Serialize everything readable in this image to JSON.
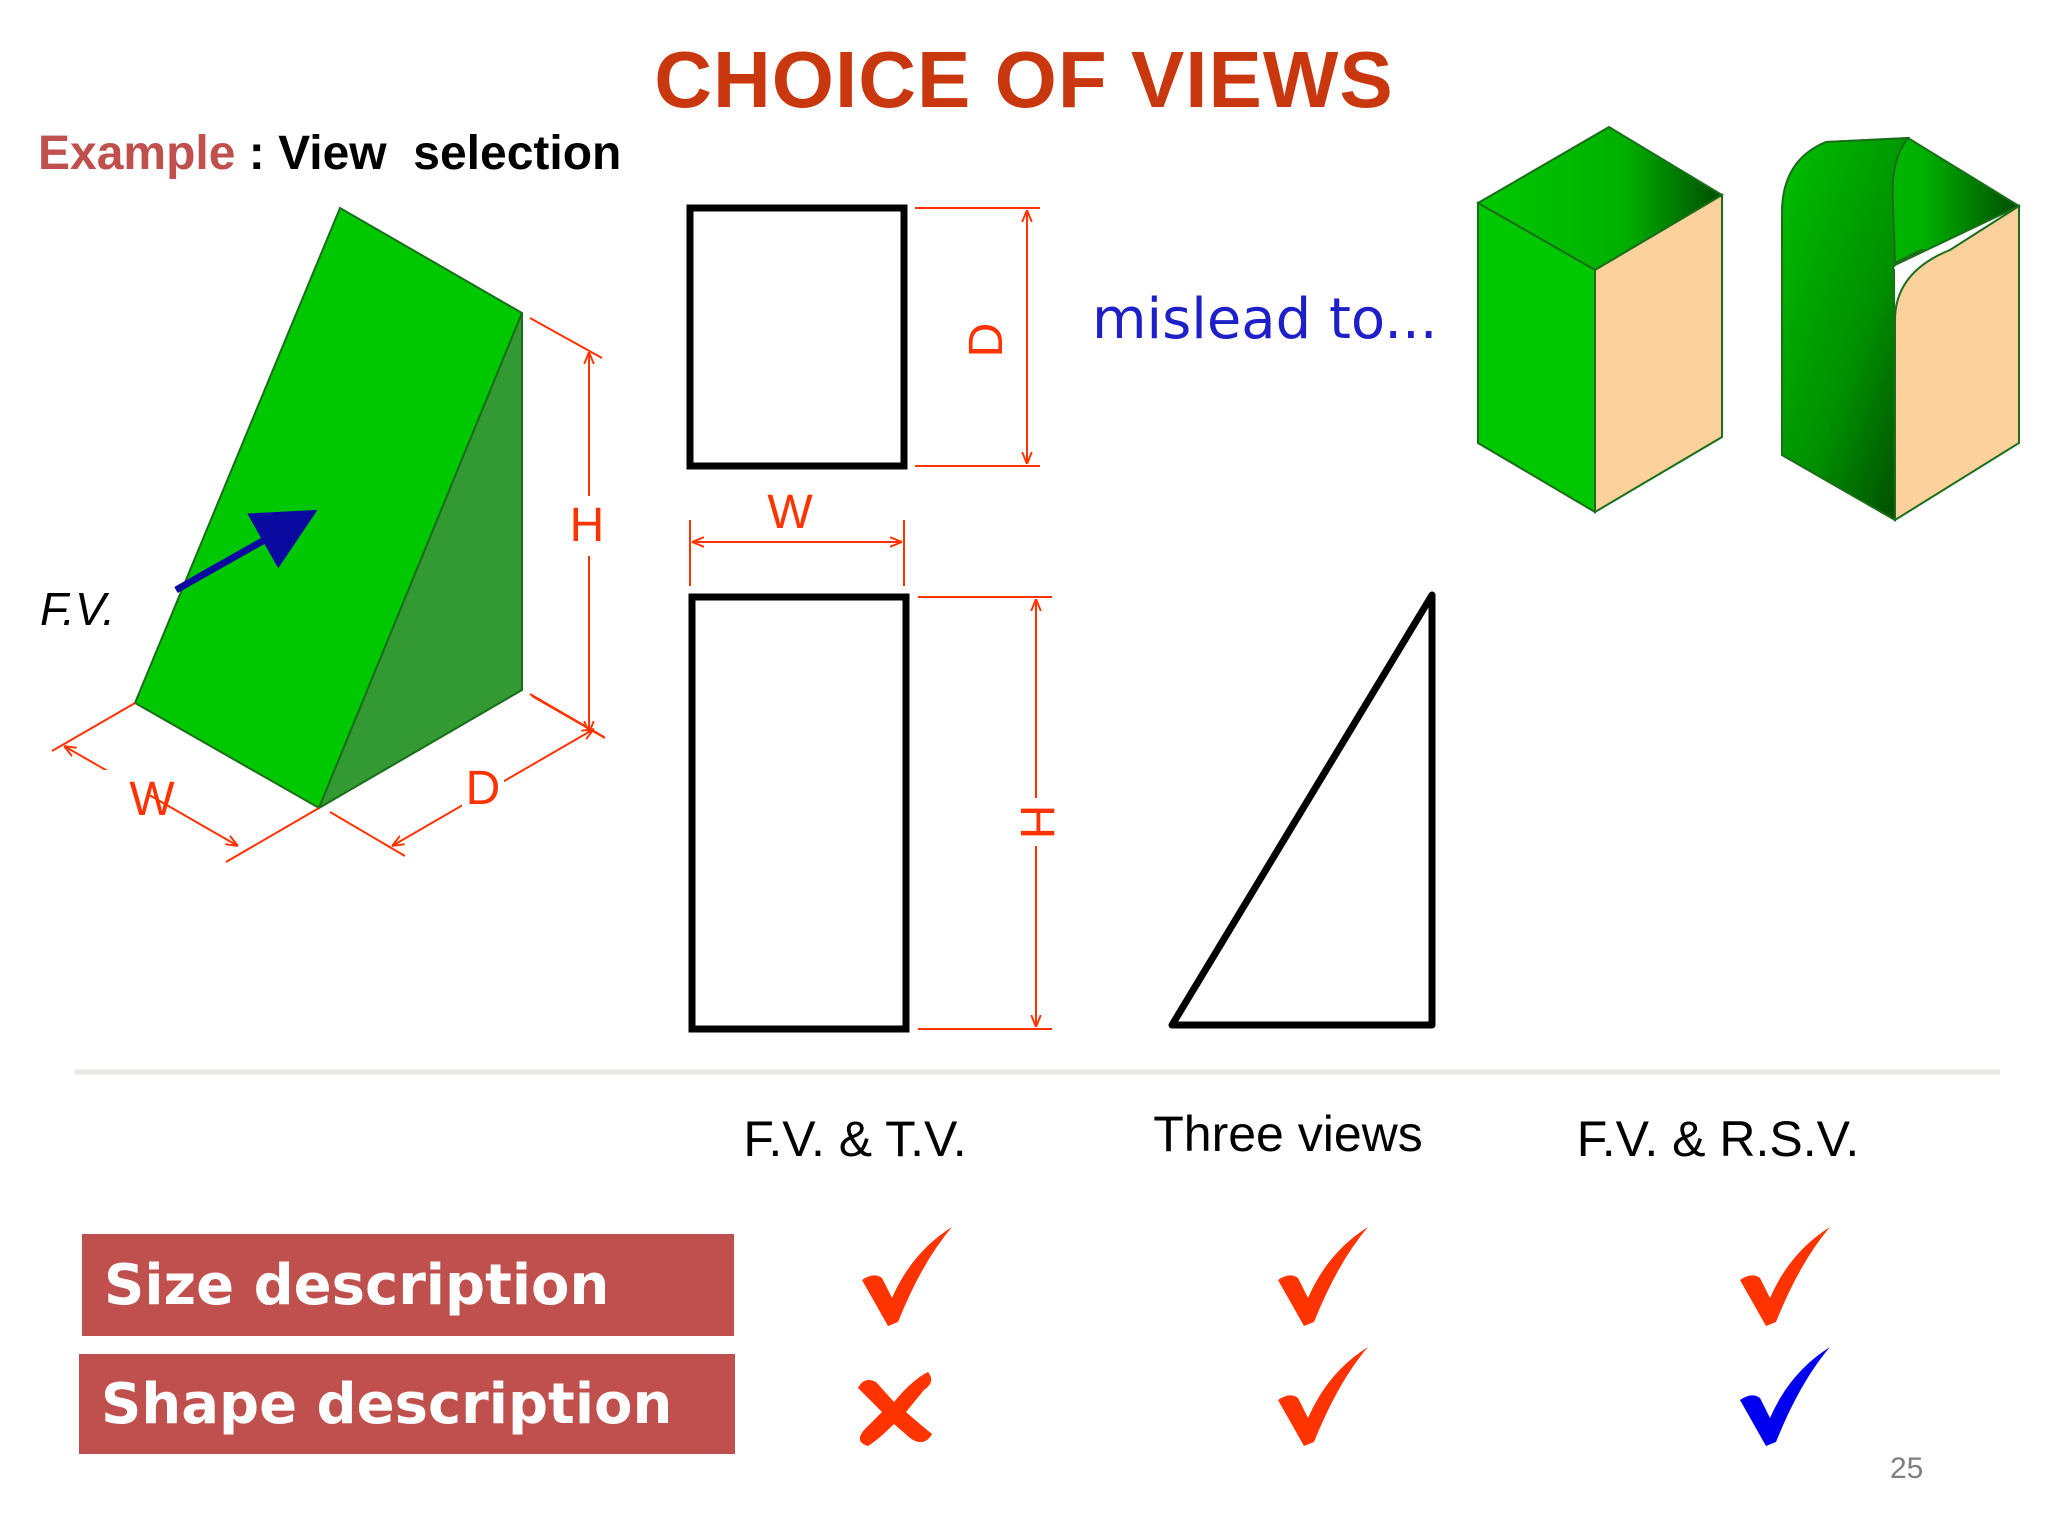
{
  "slide": {
    "title": "CHOICE OF VIEWS",
    "subtitle_prefix": "Example",
    "subtitle_rest": " : View  selection",
    "page_number": "25"
  },
  "isometric": {
    "view_label": "F.V.",
    "dim_w": "W",
    "dim_d": "D",
    "dim_h": "H"
  },
  "orthographic": {
    "top_view_dim_d": "D",
    "width_dim": "W",
    "front_view_dim_h": "H"
  },
  "misleading": {
    "caption": "mislead to..."
  },
  "comparison": {
    "columns": [
      "F.V. & T.V.",
      "Three views",
      "F.V. & R.S.V."
    ],
    "rows": [
      {
        "label": "Size description",
        "marks": [
          "check",
          "check",
          "check"
        ]
      },
      {
        "label": "Shape description",
        "marks": [
          "cross",
          "check",
          "check"
        ]
      }
    ],
    "mark_colors": [
      [
        "#ff3300",
        "#ff3300",
        "#ff3300"
      ],
      [
        "#ff3300",
        "#ff3300",
        "#0000ee"
      ]
    ]
  },
  "colors": {
    "title": "#c8370e",
    "example": "#c0504d",
    "dimension": "#ff3300",
    "arrow": "#0a0aa0",
    "caption": "#1f1fc8",
    "green": "#00c800",
    "dark_green": "#339933",
    "tan": "#fcd19c",
    "row_label_bg": "#c0504d"
  }
}
